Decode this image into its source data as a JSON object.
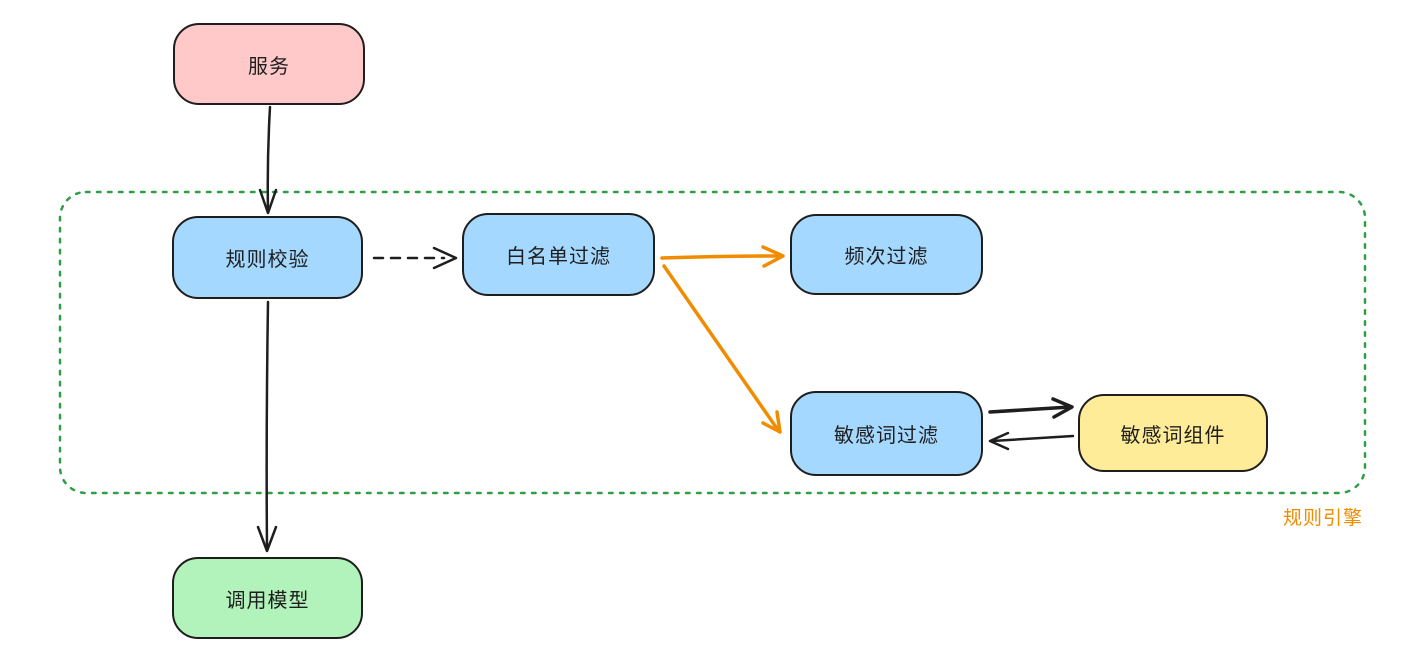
{
  "diagram": {
    "background": "#ffffff",
    "stroke_color": "#1e1e1e",
    "accent_orange": "#f08c00",
    "nodes": [
      {
        "id": "service",
        "label": "服务",
        "fill": "#ffc9c9"
      },
      {
        "id": "rule-check",
        "label": "规则校验",
        "fill": "#a5d8ff"
      },
      {
        "id": "whitelist-filter",
        "label": "白名单过滤",
        "fill": "#a5d8ff"
      },
      {
        "id": "frequency-filter",
        "label": "频次过滤",
        "fill": "#a5d8ff"
      },
      {
        "id": "sensitive-word-filter",
        "label": "敏感词过滤",
        "fill": "#a5d8ff"
      },
      {
        "id": "sensitive-word-component",
        "label": "敏感词组件",
        "fill": "#ffec99"
      },
      {
        "id": "call-model",
        "label": "调用模型",
        "fill": "#b2f2bb"
      }
    ],
    "group": {
      "label": "规则引擎",
      "border_color": "#2f9e44",
      "label_color": "#f08c00"
    },
    "edges": [
      {
        "from": "service",
        "to": "rule-check",
        "style": "solid",
        "color": "#1e1e1e",
        "arrow": "end"
      },
      {
        "from": "rule-check",
        "to": "whitelist-filter",
        "style": "dashed",
        "color": "#1e1e1e",
        "arrow": "end"
      },
      {
        "from": "whitelist-filter",
        "to": "frequency-filter",
        "style": "solid",
        "color": "#f08c00",
        "arrow": "end"
      },
      {
        "from": "whitelist-filter",
        "to": "sensitive-word-filter",
        "style": "solid",
        "color": "#f08c00",
        "arrow": "end"
      },
      {
        "from": "sensitive-word-filter",
        "to": "sensitive-word-component",
        "style": "solid",
        "color": "#1e1e1e",
        "arrow": "end"
      },
      {
        "from": "sensitive-word-component",
        "to": "sensitive-word-filter",
        "style": "solid",
        "color": "#1e1e1e",
        "arrow": "end"
      },
      {
        "from": "rule-check",
        "to": "call-model",
        "style": "solid",
        "color": "#1e1e1e",
        "arrow": "end"
      }
    ]
  }
}
